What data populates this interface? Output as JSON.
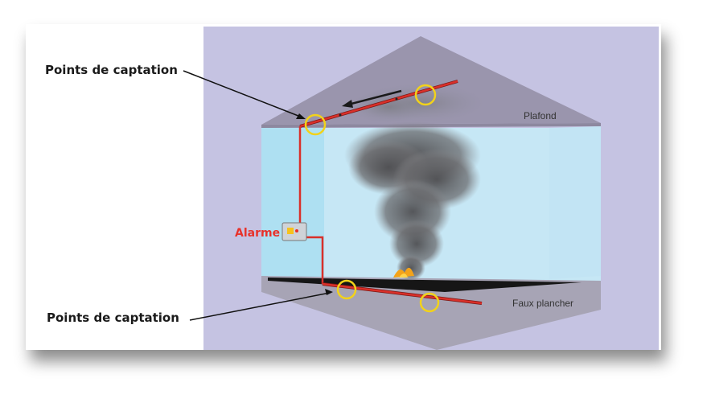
{
  "labels": {
    "points_top": "Points de captation",
    "points_bottom": "Points de captation",
    "alarm": "Alarme",
    "ceiling": "Plafond",
    "false_floor": "Faux plancher"
  },
  "colors": {
    "background": "#c5c3e2",
    "ceiling_fill": "#9a95ad",
    "wall_fill": "#c8e6f4",
    "floor_fill": "#a6a3b4",
    "pipe": "#d9302a",
    "sample_ring": "#f2d21a",
    "smoke": "#5d5d5f",
    "alarm_text": "#e8322a"
  },
  "icons": {
    "airflow_arrow": "left-arrow-icon",
    "alarm": "alarm-box-icon",
    "fire": "flame-icon",
    "sampling_point": "ring-icon"
  }
}
